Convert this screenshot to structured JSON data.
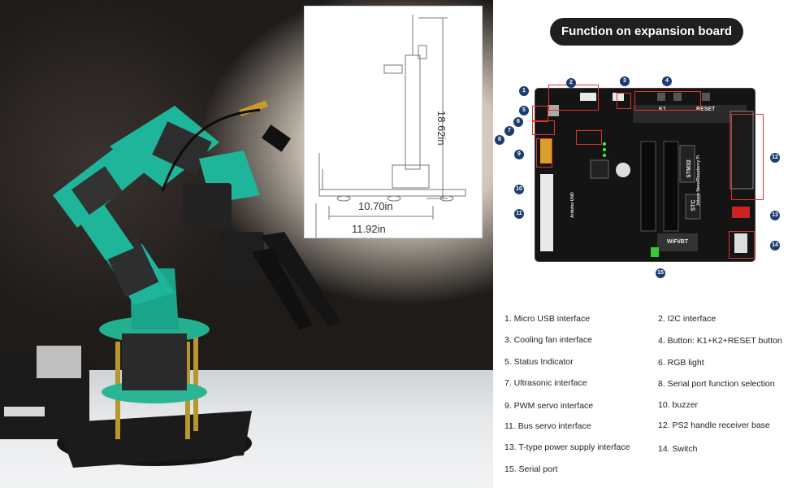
{
  "dimensions": {
    "height_label": "18.62in",
    "inner_width_label": "10.70in",
    "outer_width_label": "11.92in"
  },
  "heading": "Function on expansion board",
  "board_labels": {
    "k1": "K1",
    "reset": "RESET",
    "stm32": "STM32",
    "jetson_raspberry": "Jetson Nano/Raspberry Pi",
    "stc": "STC",
    "wifi_bt": "WiFi/BT",
    "arduino": "Arduino UNO"
  },
  "callouts": [
    "1",
    "2",
    "3",
    "4",
    "5",
    "6",
    "7",
    "8",
    "9",
    "10",
    "11",
    "12",
    "13",
    "14",
    "15"
  ],
  "features": [
    "1. Micro USB interface",
    "2. I2C interface",
    "3. Cooling fan interface",
    "4. Button: K1+K2+RESET button",
    "5. Status Indicator",
    "6. RGB light",
    "7. Ultrasonic interface",
    "8. Serial port function selection",
    "9. PWM servo interface",
    "10. buzzer",
    "11. Bus servo interface",
    "12. PS2 handle receiver base",
    "13. T-type power supply interface",
    "14. Switch",
    "15. Serial port"
  ],
  "colors": {
    "arm_green": "#1fb59a",
    "callout_blue": "#1c3d6e",
    "highlight_red": "#e0332f",
    "pill_bg": "#1f1f1f"
  }
}
